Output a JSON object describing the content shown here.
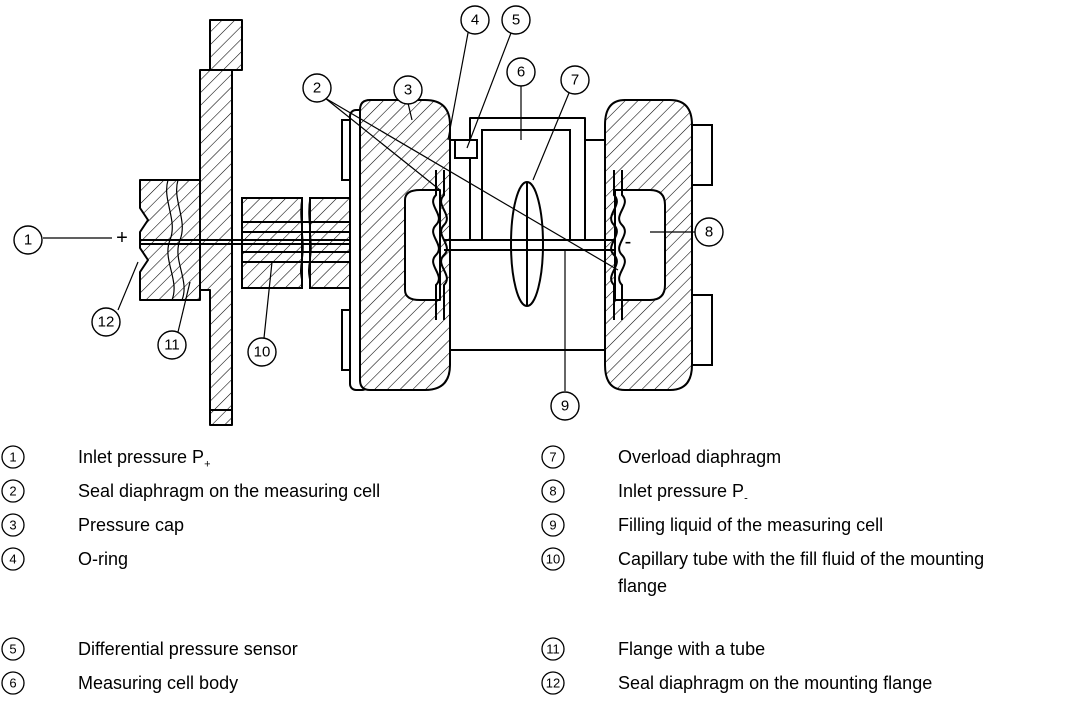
{
  "diagram": {
    "callouts": [
      "1",
      "2",
      "3",
      "4",
      "5",
      "6",
      "7",
      "8",
      "9",
      "10",
      "11",
      "12"
    ],
    "signs": {
      "plus": "+",
      "minus": "-"
    }
  },
  "legend": [
    {
      "num": "1",
      "text": "Inlet pressure P",
      "sub": "+"
    },
    {
      "num": "2",
      "text": "Seal diaphragm on the measuring cell",
      "sub": ""
    },
    {
      "num": "3",
      "text": "Pressure cap",
      "sub": ""
    },
    {
      "num": "4",
      "text": "O-ring",
      "sub": ""
    },
    {
      "num": "5",
      "text": "Differential pressure sensor",
      "sub": ""
    },
    {
      "num": "6",
      "text": "Measuring cell body",
      "sub": ""
    },
    {
      "num": "7",
      "text": "Overload diaphragm",
      "sub": ""
    },
    {
      "num": "8",
      "text": "Inlet pressure P",
      "sub": "-"
    },
    {
      "num": "9",
      "text": "Filling liquid of the measuring cell",
      "sub": ""
    },
    {
      "num": "10",
      "text": "Capillary tube with the fill fluid of the mounting",
      "text2": "flange",
      "sub": ""
    },
    {
      "num": "11",
      "text": "Flange with a tube",
      "sub": ""
    },
    {
      "num": "12",
      "text": "Seal diaphragm on the mounting flange",
      "sub": ""
    }
  ]
}
